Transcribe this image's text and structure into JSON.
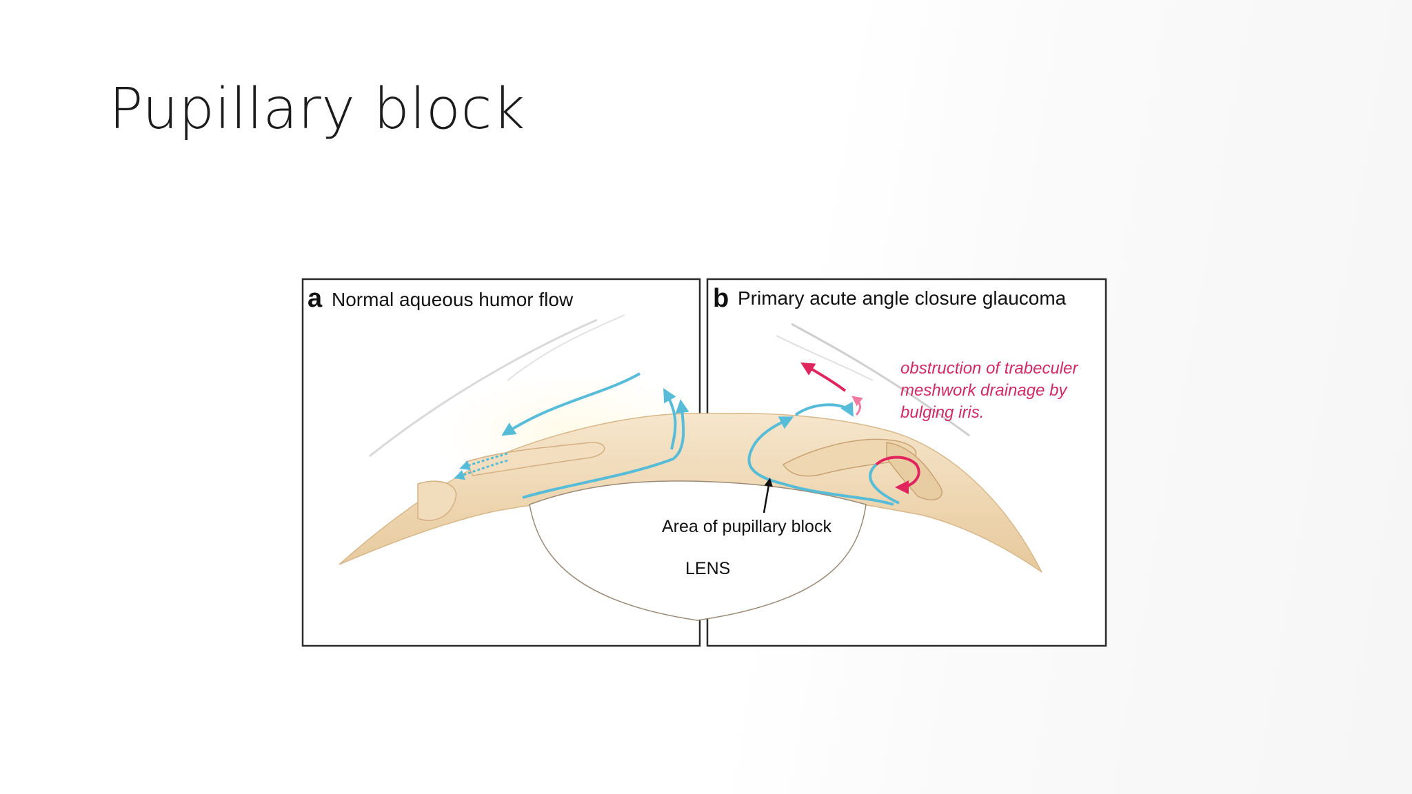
{
  "slide": {
    "title": "Pupillary block"
  },
  "figure": {
    "panel_a": {
      "letter": "a",
      "caption": "Normal aqueous humor flow"
    },
    "panel_b": {
      "letter": "b",
      "caption": "Primary acute angle closure glaucoma"
    },
    "annotation_lines": [
      "obstruction of trabeculer",
      "meshwork drainage by",
      "bulging iris."
    ],
    "pupillary_block_label": "Area of pupillary block",
    "lens_label": "LENS",
    "colors": {
      "flow_arrow": "#57bcd8",
      "obstruction": "#e0245e",
      "tissue": "#ecd3ad",
      "tissue_edge": "#d8b88a",
      "frame": "#2a2a2a"
    }
  }
}
